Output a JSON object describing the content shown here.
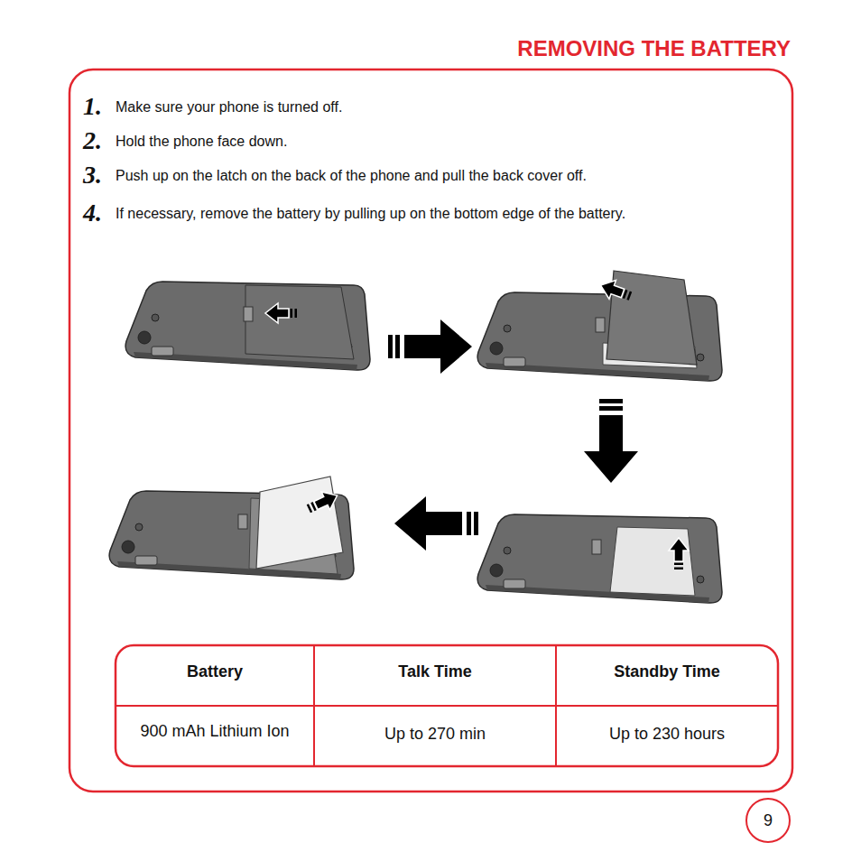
{
  "diagram": {
    "title": "REMOVING THE BATTERY",
    "nodes": [
      {
        "text": [
          "9"
        ]
      }
    ],
    "labels": [
      "1.",
      "Make sure your phone is turned off.",
      "2.",
      "Hold the phone face down.",
      "3.",
      "Push up on the latch on the back of the phone and pull the back cover off.",
      "4.",
      "If necessary, remove the battery by pulling up on the bottom edge of the battery.",
      "Battery",
      "Talk Time",
      "Standby Time",
      "900 mAh Lithium Ion",
      "Up to 270 min",
      "Up to 230 hours"
    ]
  }
}
